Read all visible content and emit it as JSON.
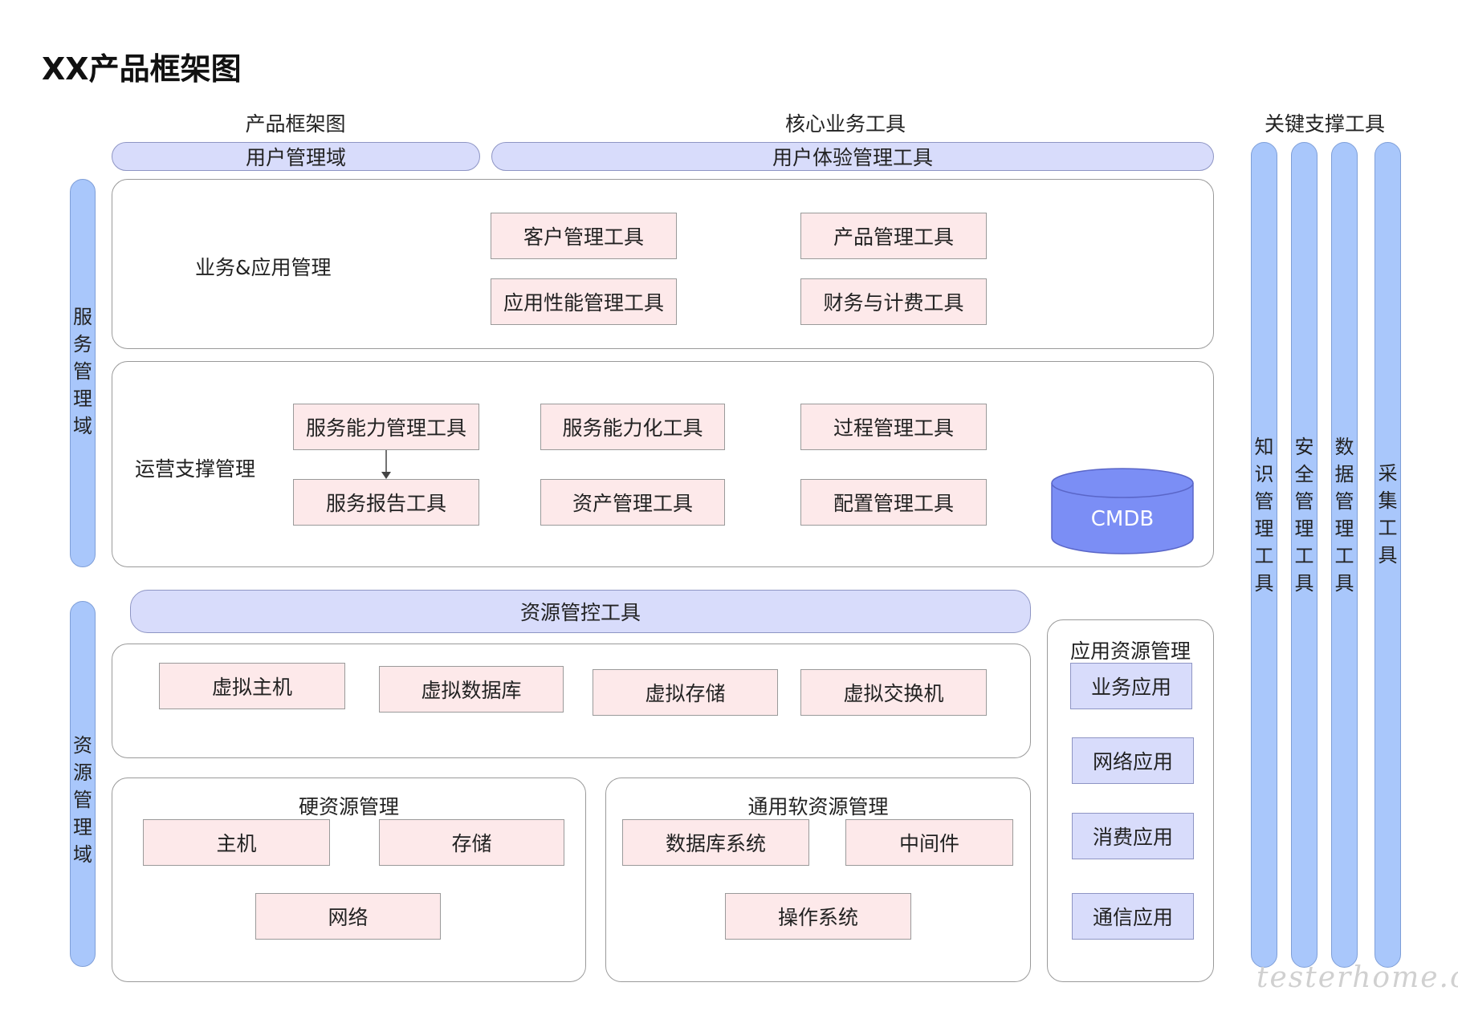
{
  "title": "XX产品框架图",
  "headers": {
    "left": "产品框架图",
    "center": "核心业务工具",
    "right": "关键支撑工具"
  },
  "top_bars": {
    "user_domain": "用户管理域",
    "ux_tools": "用户体验管理工具"
  },
  "side_domains": {
    "service": [
      "服",
      "务",
      "管",
      "理",
      "域"
    ],
    "resource": [
      "资",
      "源",
      "管",
      "理",
      "域"
    ]
  },
  "business": {
    "label": "业务&应用管理",
    "tools": [
      "客户管理工具",
      "产品管理工具",
      "应用性能管理工具",
      "财务与计费工具"
    ]
  },
  "operations": {
    "label": "运营支撑管理",
    "tools": [
      "服务能力管理工具",
      "服务能力化工具",
      "过程管理工具",
      "服务报告工具",
      "资产管理工具",
      "配置管理工具"
    ],
    "cmdb": "CMDB"
  },
  "resource_control": {
    "bar": "资源管控工具",
    "virtual": [
      "虚拟主机",
      "虚拟数据库",
      "虚拟存储",
      "虚拟交换机"
    ]
  },
  "hardware": {
    "label": "硬资源管理",
    "items": [
      "主机",
      "存储",
      "网络"
    ]
  },
  "software": {
    "label": "通用软资源管理",
    "items": [
      "数据库系统",
      "中间件",
      "操作系统"
    ]
  },
  "app_resources": {
    "label": "应用资源管理",
    "items": [
      "业务应用",
      "网络应用",
      "消费应用",
      "通信应用"
    ]
  },
  "support_tools": [
    [
      "知",
      "识",
      "管",
      "理",
      "工",
      "具"
    ],
    [
      "安",
      "全",
      "管",
      "理",
      "工",
      "具"
    ],
    [
      "数",
      "据",
      "管",
      "理",
      "工",
      "具"
    ],
    [
      "采",
      "集",
      "工",
      "具"
    ]
  ],
  "watermark": "testerhome.com",
  "colors": {
    "pink_box": "#fde9ea",
    "lavender_bar": "#d8dcfb",
    "blue_pill": "#a9c7fb",
    "cmdb_fill": "#7b8ef5",
    "border": "#9a9a9a"
  }
}
